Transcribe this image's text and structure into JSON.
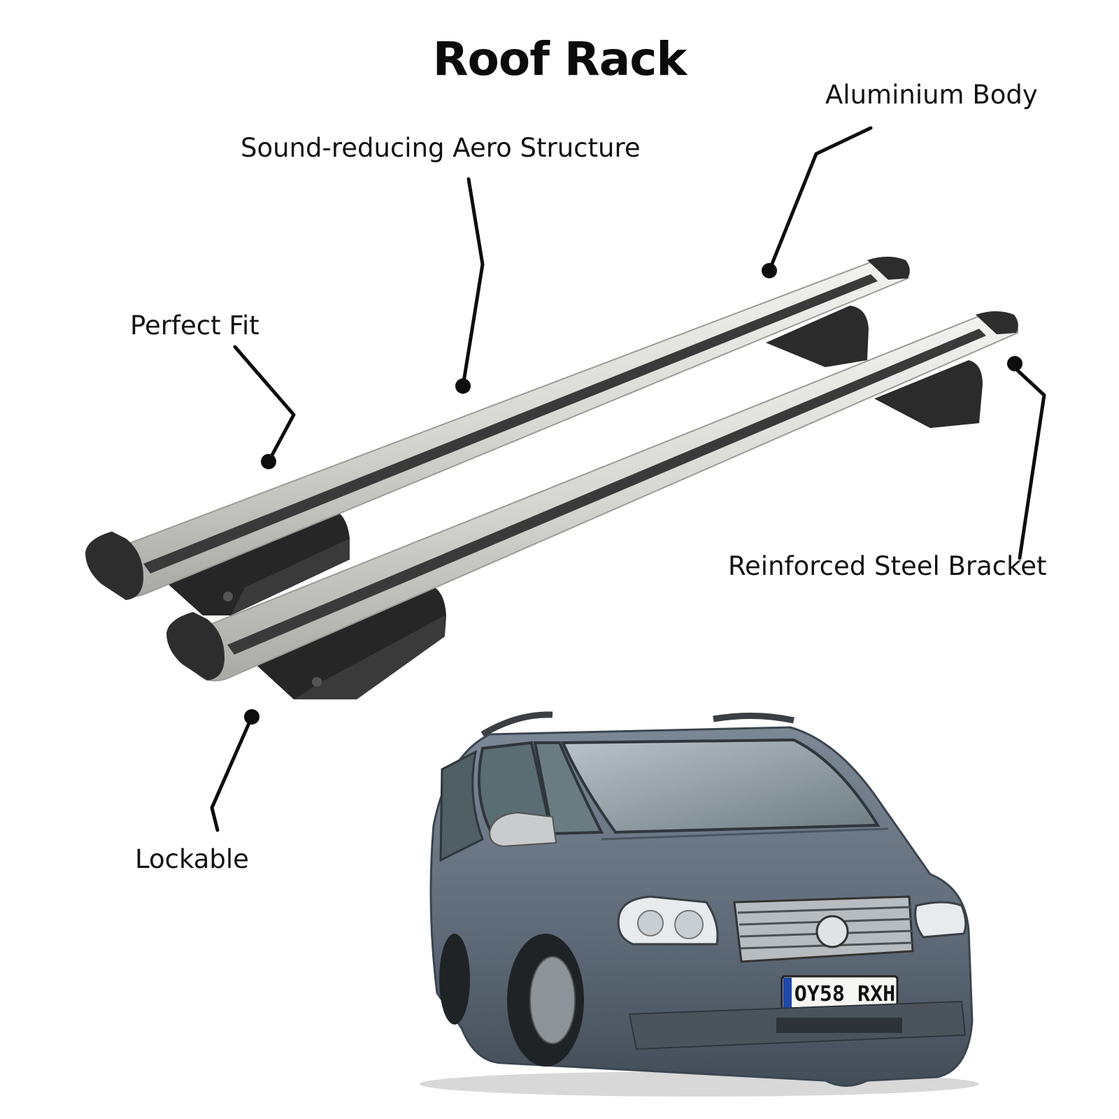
{
  "title": "Roof Rack",
  "features": {
    "aero": "Sound-reducing Aero Structure",
    "aluminium": "Aluminium Body",
    "fit": "Perfect Fit",
    "steel": "Reinforced Steel Bracket",
    "lockable": "Lockable"
  },
  "car": {
    "plate": "OY58 RXH"
  },
  "colors": {
    "bar_silver": "#d9d9d6",
    "bracket": "#2a2a2a",
    "car_body": "#5f6b78",
    "leader": "#0d0d0d"
  }
}
